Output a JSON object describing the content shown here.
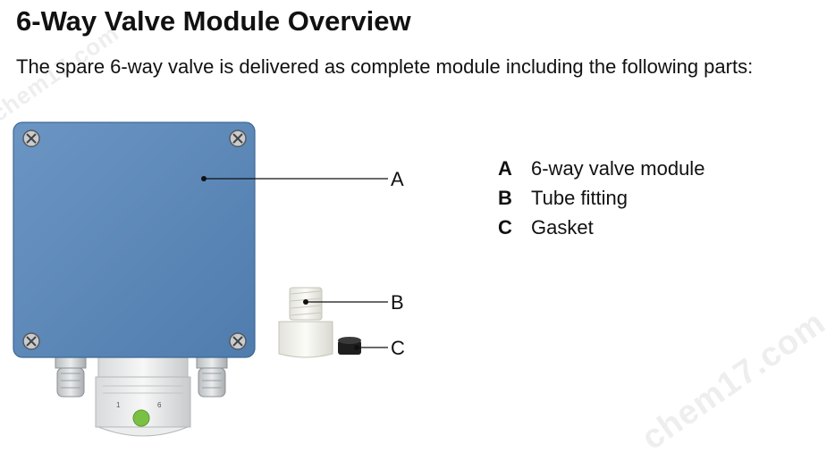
{
  "heading": "6-Way Valve Module Overview",
  "intro": "The spare 6-way valve is delivered as complete module including the following parts:",
  "watermark": "chem17.com",
  "figure": {
    "callout_a": "A",
    "callout_b": "B",
    "callout_c": "C",
    "box_color": "#5b87b8"
  },
  "legend": [
    {
      "letter": "A",
      "text": "6-way valve module"
    },
    {
      "letter": "B",
      "text": "Tube fitting"
    },
    {
      "letter": "C",
      "text": "Gasket"
    }
  ]
}
